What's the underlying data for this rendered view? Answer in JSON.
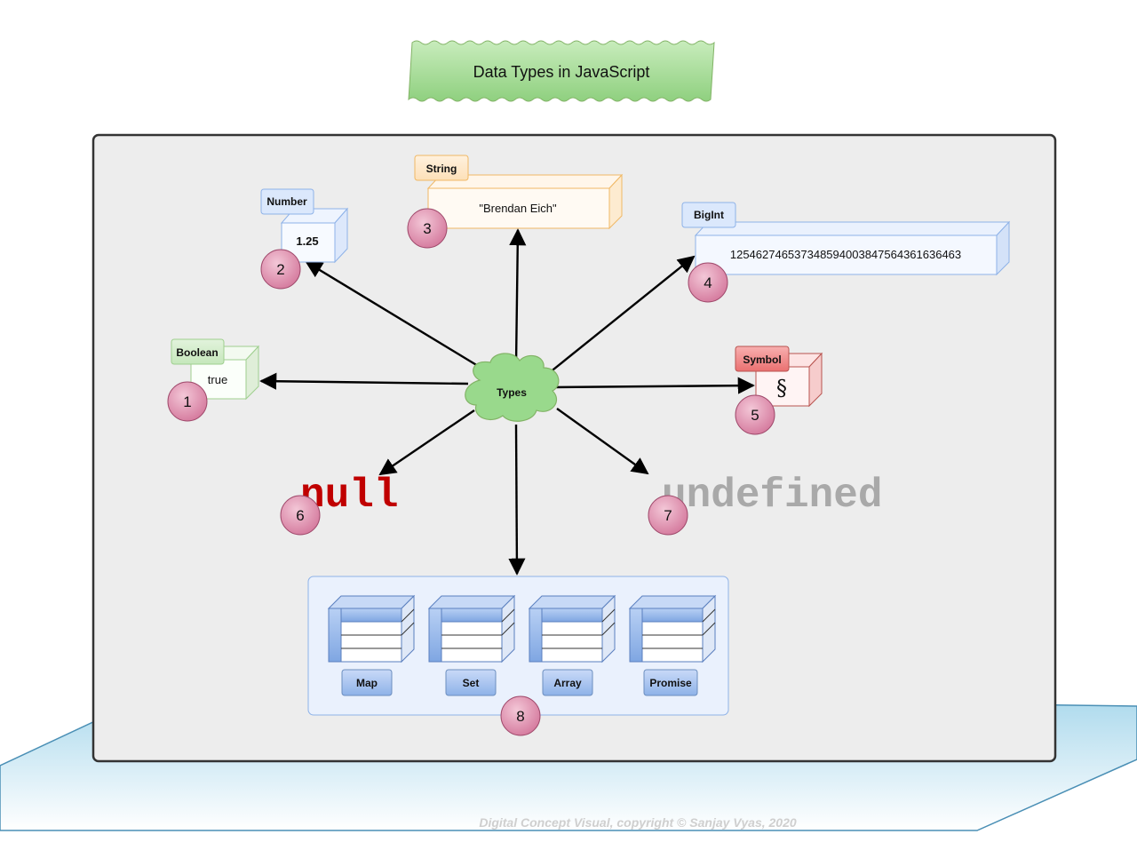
{
  "title": "Data Types in JavaScript",
  "center": {
    "label": "Types"
  },
  "types": {
    "boolean": {
      "label": "Boolean",
      "value": "true",
      "number": "1"
    },
    "number": {
      "label": "Number",
      "value": "1.25",
      "number": "2"
    },
    "string": {
      "label": "String",
      "value": "\"Brendan Eich\"",
      "number": "3"
    },
    "bigint": {
      "label": "BigInt",
      "value": "1254627465373485940038475643616364 63",
      "number": "4"
    },
    "symbol": {
      "label": "Symbol",
      "value": "§",
      "number": "5"
    },
    "null": {
      "value": "null",
      "number": "6"
    },
    "undefined": {
      "value": "undefined",
      "number": "7"
    },
    "objects": {
      "number": "8",
      "items": [
        {
          "label": "Map"
        },
        {
          "label": "Set"
        },
        {
          "label": "Array"
        },
        {
          "label": "Promise"
        }
      ]
    }
  },
  "footer": "Digital Concept Visual, copyright © Sanjay Vyas, 2020",
  "colors": {
    "panel": "#ededed",
    "badge": "#d98aa8",
    "cloud": "#99d98c",
    "title_green": "#9ed88f",
    "null_red": "#c00000",
    "undefined_grey": "#aaaaaa"
  }
}
